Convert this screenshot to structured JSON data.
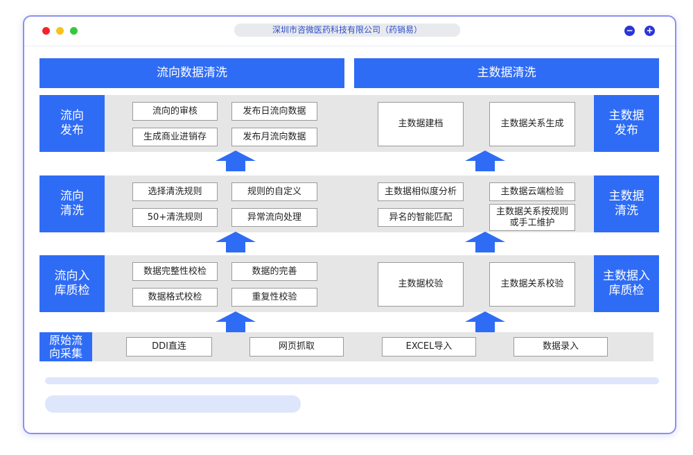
{
  "window": {
    "title": "深圳市咨微医药科技有限公司（药销易）"
  },
  "colors": {
    "accent": "#2f6cf5",
    "band": "#e6e6e6",
    "dot_red": "#f5222d",
    "dot_yellow": "#f8c21b",
    "dot_green": "#37c83d"
  },
  "headers": {
    "left": "流向数据清洗",
    "right": "主数据清洗"
  },
  "rows": {
    "publish": {
      "left_label": "流向\n发布",
      "right_label": "主数据\n发布",
      "items": [
        "流向的审核",
        "发布日流向数据",
        "生成商业进销存",
        "发布月流向数据",
        "主数据建档",
        "主数据关系生成"
      ]
    },
    "clean": {
      "left_label": "流向\n清洗",
      "right_label": "主数据\n清洗",
      "items": [
        "选择清洗规则",
        "规则的自定义",
        "50+清洗规则",
        "异常流向处理",
        "主数据相似度分析",
        "主数据云端检验",
        "异名的智能匹配",
        "主数据关系按规则\n或手工维护"
      ]
    },
    "check": {
      "left_label": "流向入\n库质检",
      "right_label": "主数据入\n库质检",
      "items": [
        "数据完整性校检",
        "数据的完善",
        "数据格式校检",
        "重复性校验",
        "主数据校验",
        "主数据关系校验"
      ]
    },
    "collect": {
      "left_label": "原始流\n向采集",
      "items": [
        "DDI直连",
        "网页抓取",
        "EXCEL导入",
        "数据录入"
      ]
    }
  }
}
